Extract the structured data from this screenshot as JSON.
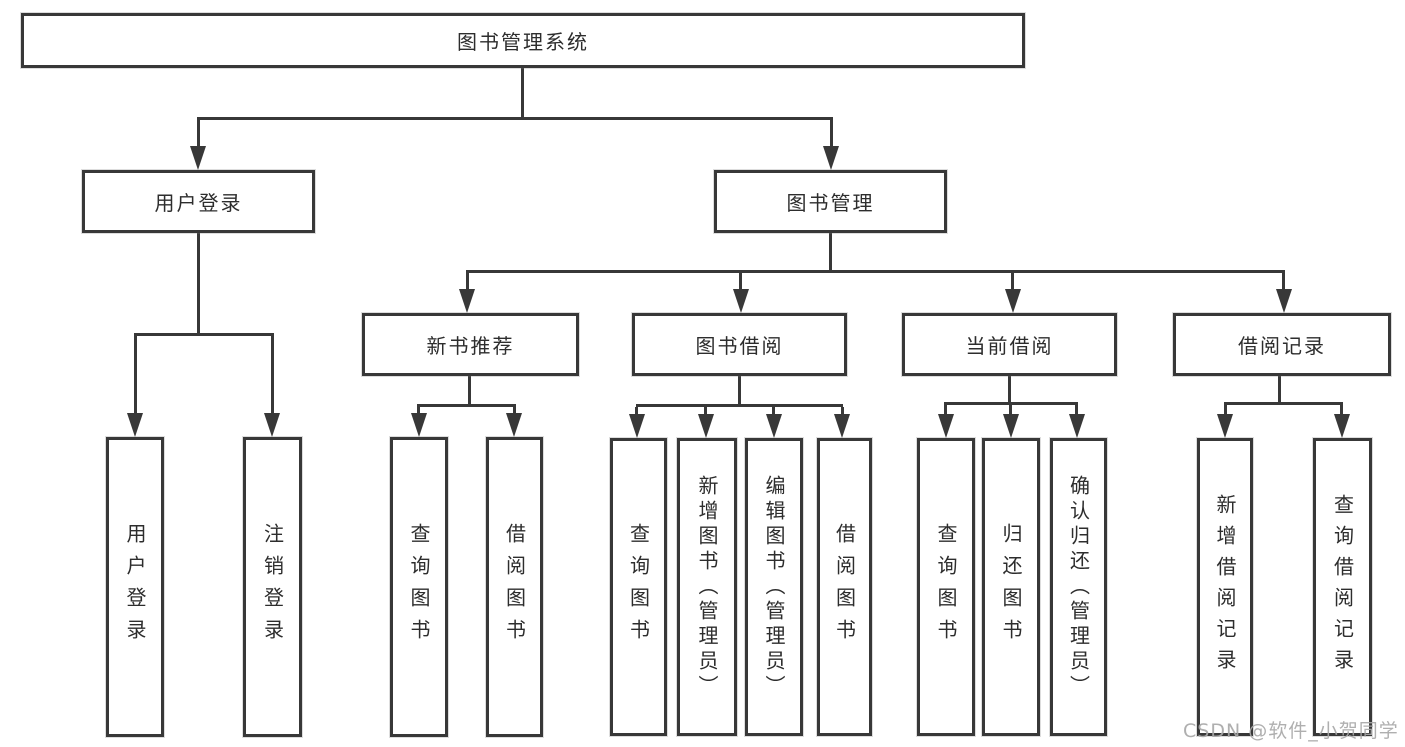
{
  "diagram": {
    "watermark": "CSDN @软件_小贺同学",
    "colors": {
      "line": "#383838",
      "text": "#2d2d2d",
      "watermark": "#a8a8a8",
      "background": "#ffffff"
    },
    "root": {
      "label": "图书管理系统"
    },
    "level2": [
      {
        "label": "用户登录"
      },
      {
        "label": "图书管理"
      }
    ],
    "level3": [
      {
        "label": "新书推荐"
      },
      {
        "label": "图书借阅"
      },
      {
        "label": "当前借阅"
      },
      {
        "label": "借阅记录"
      }
    ],
    "leaves": {
      "user_login": [
        {
          "label": "用户登录"
        },
        {
          "label": "注销登录"
        }
      ],
      "new_book_recommend": [
        {
          "label": "查询图书"
        },
        {
          "label": "借阅图书"
        }
      ],
      "book_borrow": [
        {
          "label": "查询图书"
        },
        {
          "label": "新增图书（管理员）"
        },
        {
          "label": "编辑图书（管理员）"
        },
        {
          "label": "借阅图书"
        }
      ],
      "current_borrow": [
        {
          "label": "查询图书"
        },
        {
          "label": "归还图书"
        },
        {
          "label": "确认归还（管理员）"
        }
      ],
      "borrow_records": [
        {
          "label": "新增借阅记录"
        },
        {
          "label": "查询借阅记录"
        }
      ]
    }
  }
}
